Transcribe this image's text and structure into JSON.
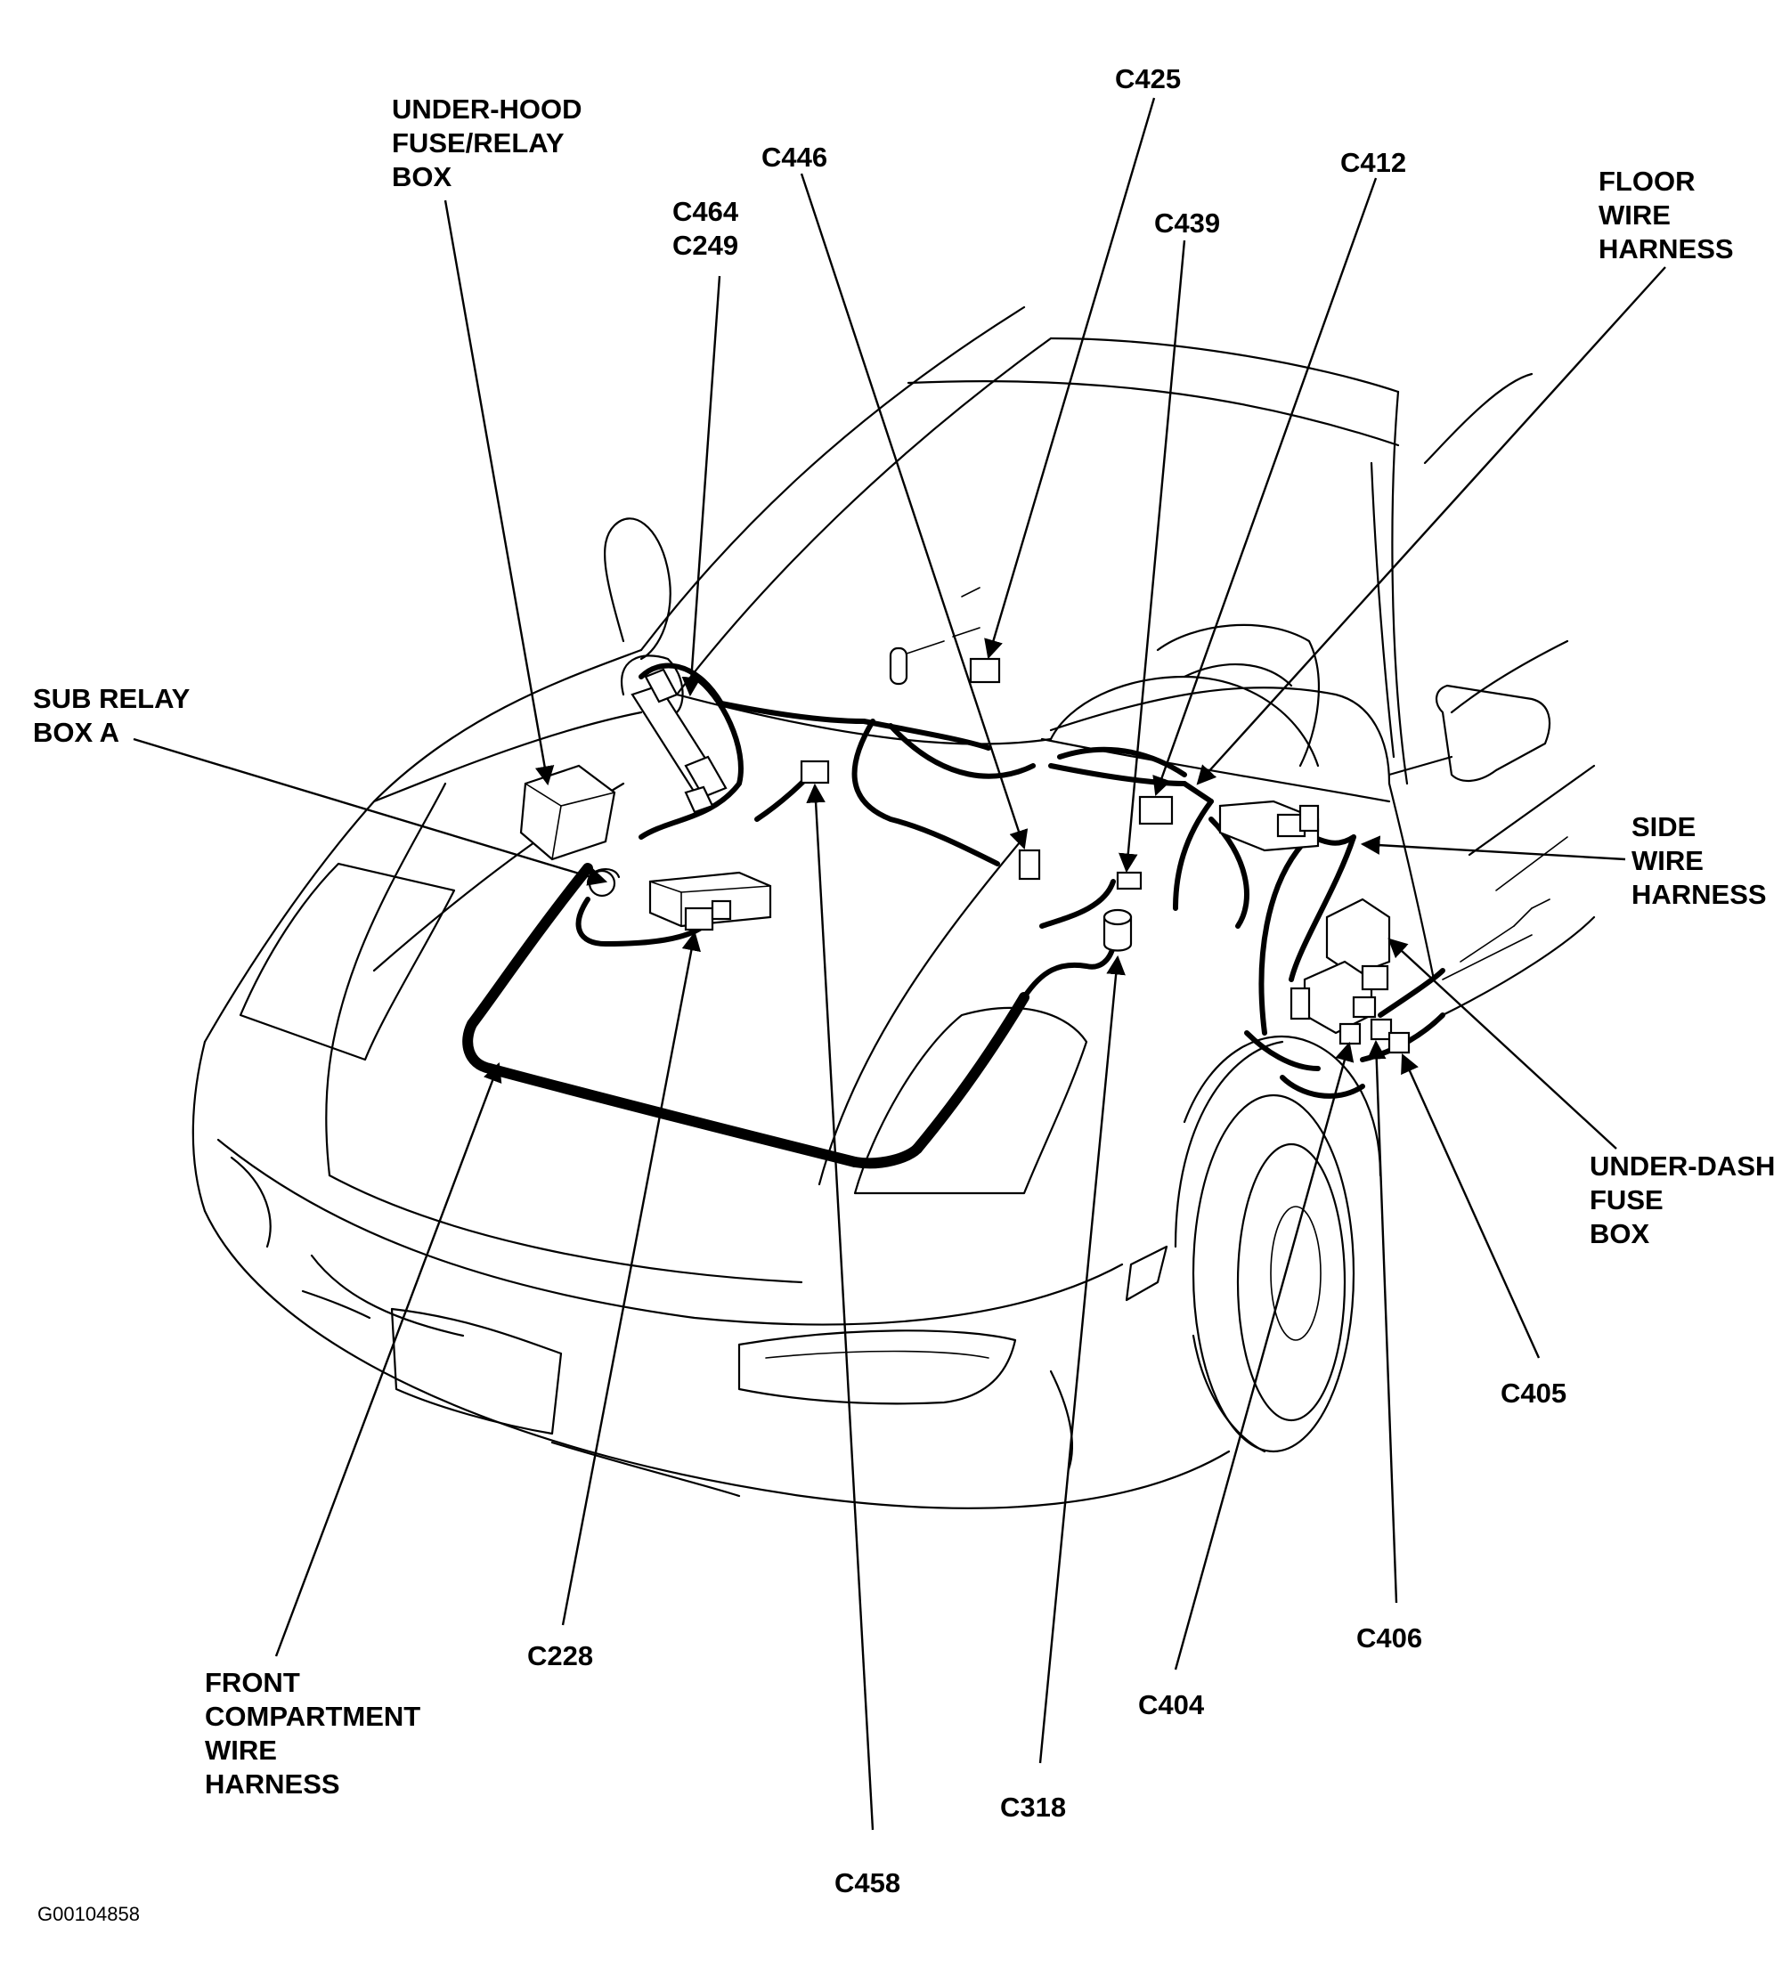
{
  "figure_id": "G00104858",
  "labels": {
    "under_hood_box": [
      "UNDER-HOOD",
      "FUSE/RELAY",
      "BOX"
    ],
    "c464_c249": [
      "C464",
      "C249"
    ],
    "c446": [
      "C446"
    ],
    "c425": [
      "C425"
    ],
    "c439": [
      "C439"
    ],
    "c412": [
      "C412"
    ],
    "floor_harness": [
      "FLOOR",
      "WIRE",
      "HARNESS"
    ],
    "sub_relay": [
      "SUB RELAY",
      "BOX A"
    ],
    "side_harness": [
      "SIDE",
      "WIRE",
      "HARNESS"
    ],
    "under_dash": [
      "UNDER-DASH",
      "FUSE",
      "BOX"
    ],
    "c405": [
      "C405"
    ],
    "c406": [
      "C406"
    ],
    "c404": [
      "C404"
    ],
    "c318": [
      "C318"
    ],
    "c458": [
      "C458"
    ],
    "c228": [
      "C228"
    ],
    "front_harness": [
      "FRONT",
      "COMPARTMENT",
      "WIRE",
      "HARNESS"
    ]
  }
}
